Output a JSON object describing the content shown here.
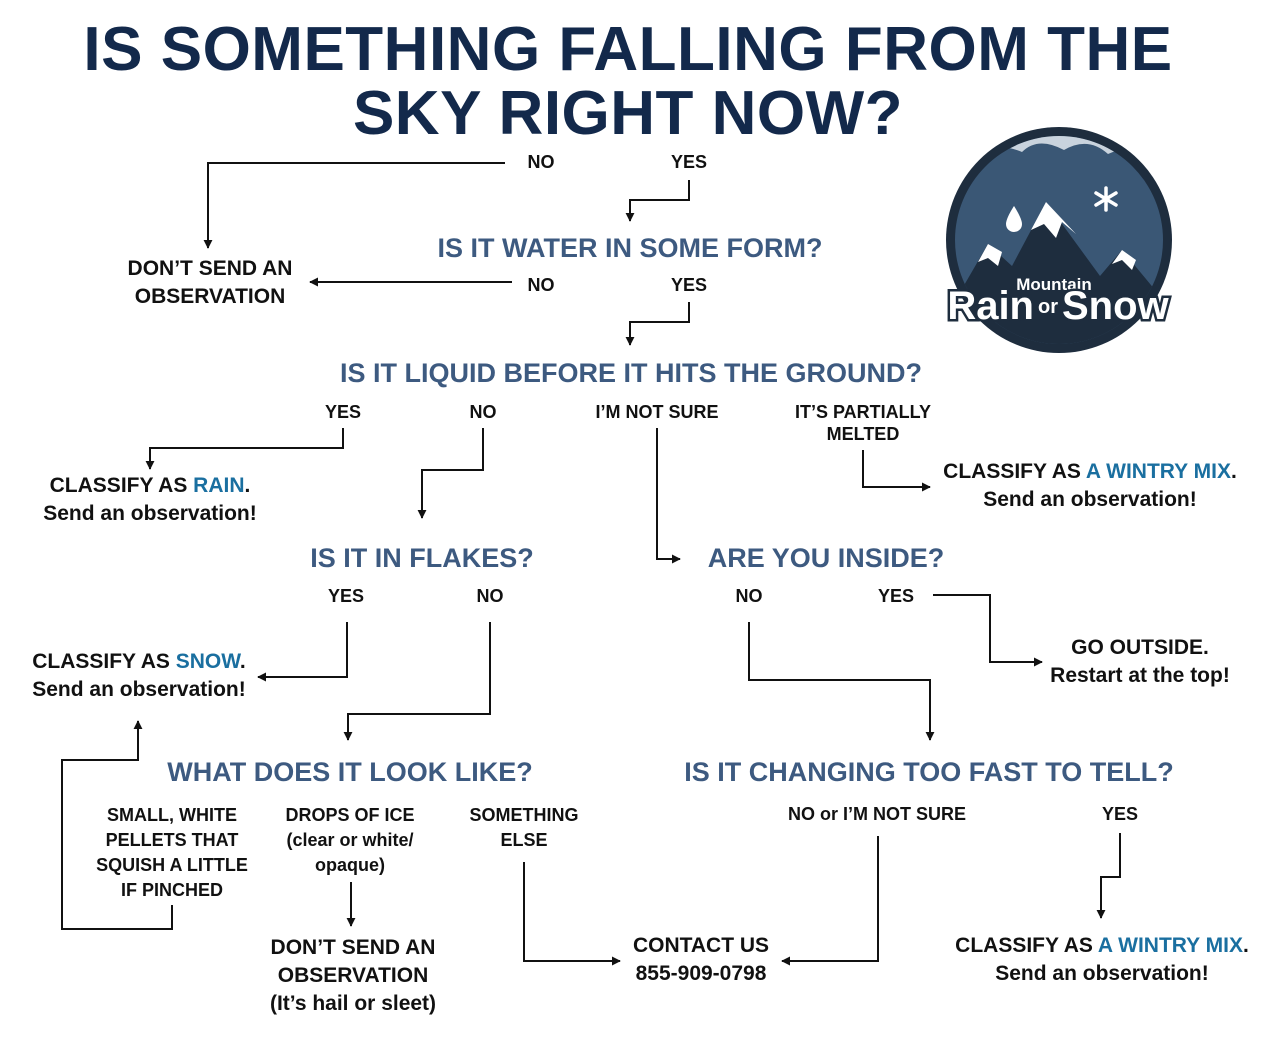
{
  "title": {
    "line1": "IS SOMETHING FALLING FROM THE",
    "line2": "SKY RIGHT NOW?"
  },
  "logo": {
    "line1": "Mountain",
    "line2_part1": "Rain",
    "line2_part2": "or",
    "line2_part3": "Snow",
    "icon": "mountain-raindrop-snowflake-icon"
  },
  "colors": {
    "title": "#13294b",
    "question": "#3d5a80",
    "highlight": "#1a6fa0",
    "text": "#111111",
    "logo_bg": "#1e2d3e",
    "logo_sky": "#3a5775",
    "logo_cloud": "#c9d3dd"
  },
  "q1": {
    "no": "NO",
    "yes": "YES"
  },
  "q2": {
    "text": "IS IT WATER IN SOME FORM?",
    "no": "NO",
    "yes": "YES"
  },
  "dont_send_1": {
    "line1": "DON’T SEND AN",
    "line2": "OBSERVATION"
  },
  "q3": {
    "text": "IS IT LIQUID BEFORE IT HITS THE GROUND?",
    "yes": "YES",
    "no": "NO",
    "not_sure": "I’M NOT SURE",
    "partial_line1": "IT’S PARTIALLY",
    "partial_line2": "MELTED"
  },
  "rain": {
    "prefix": "CLASSIFY AS ",
    "term": "RAIN",
    "suffix": ".",
    "line2": "Send an observation!"
  },
  "mix1": {
    "prefix": "CLASSIFY AS ",
    "term": "A WINTRY MIX",
    "suffix": ".",
    "line2": "Send an observation!"
  },
  "q4": {
    "text": "IS IT IN FLAKES?",
    "yes": "YES",
    "no": "NO"
  },
  "q5": {
    "text": "ARE YOU INSIDE?",
    "no": "NO",
    "yes": "YES"
  },
  "snow": {
    "prefix": "CLASSIFY AS ",
    "term": "SNOW",
    "suffix": ".",
    "line2": "Send an observation!"
  },
  "outside": {
    "line1": "GO OUTSIDE.",
    "line2": "Restart at the top!"
  },
  "q6": {
    "text": "WHAT DOES IT LOOK LIKE?",
    "opt1": [
      "SMALL, WHITE",
      "PELLETS THAT",
      "SQUISH A LITTLE",
      "IF PINCHED"
    ],
    "opt2": [
      "DROPS OF ICE",
      "(clear or white/",
      "opaque)"
    ],
    "opt3": [
      "SOMETHING",
      "ELSE"
    ]
  },
  "q7": {
    "text": "IS IT CHANGING TOO FAST TO TELL?",
    "no": "NO or I’M NOT SURE",
    "yes": "YES"
  },
  "dont_send_2": {
    "line1": "DON’T SEND AN",
    "line2": "OBSERVATION",
    "line3": "(It’s hail or sleet)"
  },
  "contact": {
    "line1": "CONTACT US",
    "line2": "855-909-0798"
  },
  "mix2": {
    "prefix": "CLASSIFY AS ",
    "term": "A WINTRY MIX",
    "suffix": ".",
    "line2": "Send an observation!"
  }
}
